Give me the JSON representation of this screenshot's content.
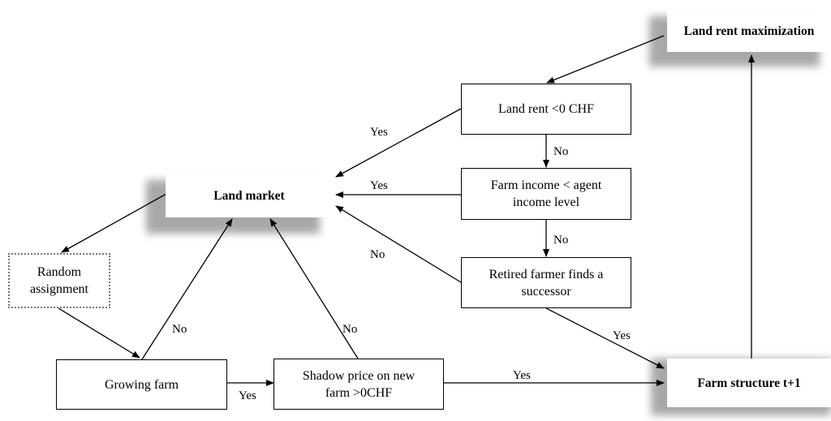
{
  "nodes": {
    "land_rent_max": "Land rent maximization",
    "land_rent_check": "Land rent <0 CHF",
    "farm_income_check": [
      "Farm income < agent",
      "income level"
    ],
    "retired_farmer": [
      "Retired farmer finds a",
      "successor"
    ],
    "land_market": "Land market",
    "random_assignment": [
      "Random",
      "assignment"
    ],
    "growing_farm": "Growing farm",
    "shadow_price": [
      "Shadow price on new",
      "farm >0CHF"
    ],
    "farm_structure": "Farm structure t+1"
  },
  "edge_labels": {
    "rent_yes": "Yes",
    "rent_no": "No",
    "income_yes": "Yes",
    "income_no": "No",
    "retired_no": "No",
    "retired_yes": "Yes",
    "growing_no": "No",
    "shadow_no": "No",
    "growing_to_shadow_yes": "Yes",
    "shadow_yes": "Yes"
  }
}
